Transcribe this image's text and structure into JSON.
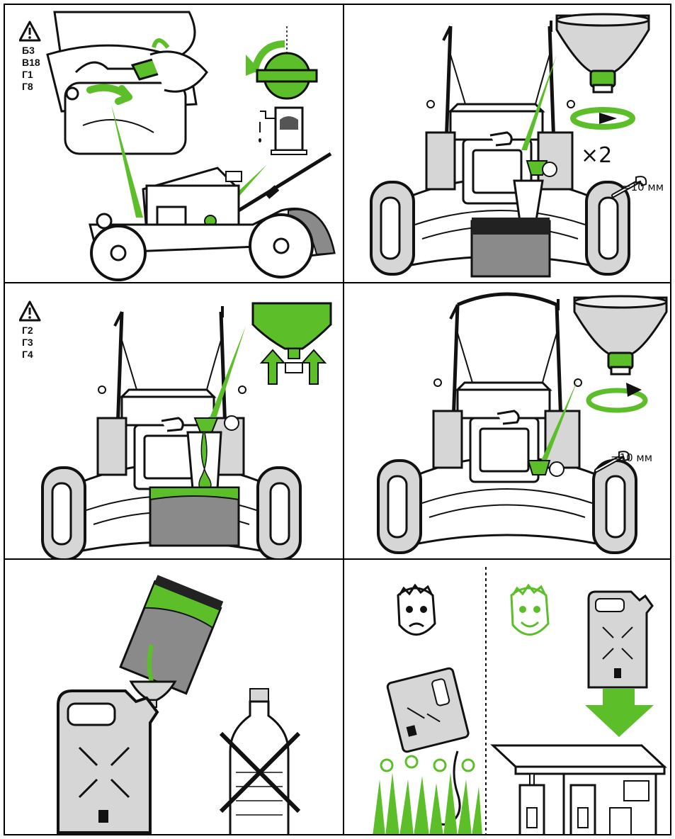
{
  "colors": {
    "accent_green": "#5cbf2a",
    "outline": "#111111",
    "light_gray": "#d6d6d6",
    "mid_gray": "#8a8a8a",
    "dark_gray": "#555555"
  },
  "panels": [
    {
      "id": "panel-1",
      "warning_icon": "warning-triangle-icon",
      "codes": [
        "Б3",
        "В18",
        "Г1",
        "Г8"
      ],
      "icons": [
        "fuel-valve-icon",
        "fuel-pump-icon",
        "mower-side-icon"
      ]
    },
    {
      "id": "panel-2",
      "multiplier": "×2",
      "wrench_size": "=10 мм",
      "icons": [
        "funnel-icon",
        "rotate-arrow-icon",
        "wrench-icon",
        "mower-front-icon",
        "drain-container-icon"
      ]
    },
    {
      "id": "panel-3",
      "warning_icon": "warning-triangle-icon",
      "codes": [
        "Г2",
        "Г3",
        "Г4"
      ],
      "icons": [
        "funnel-up-arrows-icon",
        "mower-front-icon",
        "drain-container-icon"
      ]
    },
    {
      "id": "panel-4",
      "wrench_size": "=10 мм",
      "icons": [
        "funnel-icon",
        "rotate-arrow-icon",
        "wrench-icon",
        "mower-front-icon"
      ]
    },
    {
      "id": "panel-5",
      "icons": [
        "pour-container-icon",
        "funnel-icon",
        "fuel-canister-icon",
        "crossed-bottle-icon"
      ]
    },
    {
      "id": "panel-6",
      "icons": [
        "sad-face-icon",
        "happy-face-icon",
        "canister-on-grass-icon",
        "canister-icon",
        "down-arrow-icon",
        "gas-station-icon"
      ]
    }
  ]
}
